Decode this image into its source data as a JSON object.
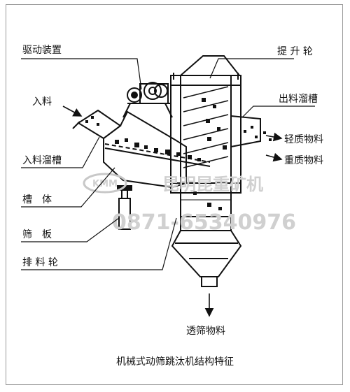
{
  "labels": {
    "drive": "驱动装置",
    "feed": "入料",
    "feed_chute": "入料溜槽",
    "tank": "槽　体",
    "screen_plate": "筛　板",
    "discharge_wheel": "排 料 轮",
    "lift_wheel": "提 升 轮",
    "outlet_chute": "出料溜槽",
    "light_material": "轻质物料",
    "heavy_material": "重质物料",
    "undersize_material": "透筛物料"
  },
  "caption": "机械式动筛跳汰机结构特征",
  "watermark": {
    "phone": "0871-65340976",
    "logo_text": "KMM",
    "chinese": "昆明昆重矿机"
  }
}
